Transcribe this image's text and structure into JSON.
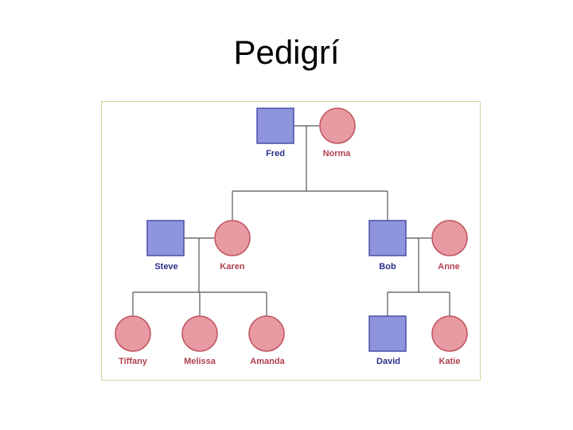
{
  "title": "Pedigrí",
  "colors": {
    "male_fill": "#8f95dc",
    "male_stroke": "#4a4fa8",
    "female_fill": "#e89aa3",
    "female_stroke": "#c05560",
    "line": "#555555",
    "male_text": "#2c2f8a",
    "female_text": "#b04050",
    "frame": "#d8d29a"
  },
  "people": {
    "fred": "Fred",
    "norma": "Norma",
    "steve": "Steve",
    "karen": "Karen",
    "bob": "Bob",
    "anne": "Anne",
    "tiffany": "Tiffany",
    "melissa": "Melissa",
    "amanda": "Amanda",
    "david": "David",
    "katie": "Katie"
  }
}
